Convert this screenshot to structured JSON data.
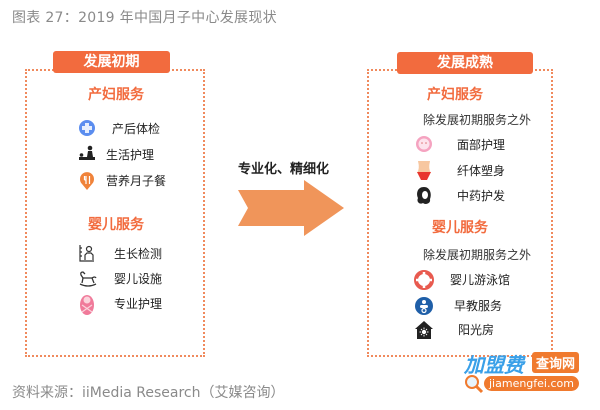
{
  "title": "图表 27：2019 年中国月子中心发展现状",
  "left_panel": {
    "tag": "发展初期",
    "maternal": {
      "title": "产妇服务",
      "items": [
        {
          "icon": "medical-cross-icon",
          "label": "产后体检"
        },
        {
          "icon": "massage-care-icon",
          "label": "生活护理"
        },
        {
          "icon": "meal-utensils-icon",
          "label": "营养月子餐"
        }
      ]
    },
    "infant": {
      "title": "婴儿服务",
      "items": [
        {
          "icon": "growth-measure-icon",
          "label": "生长检测"
        },
        {
          "icon": "rocking-horse-icon",
          "label": "婴儿设施"
        },
        {
          "icon": "swaddled-baby-icon",
          "label": "专业护理"
        }
      ]
    }
  },
  "arrow": {
    "label": "专业化、精细化",
    "color": "#f0955a"
  },
  "right_panel": {
    "tag": "发展成熟",
    "maternal": {
      "title": "产妇服务",
      "subtitle": "除发展初期服务之外",
      "items": [
        {
          "icon": "face-care-icon",
          "label": "面部护理"
        },
        {
          "icon": "body-shaping-icon",
          "label": "纤体塑身"
        },
        {
          "icon": "hair-care-icon",
          "label": "中药护发"
        }
      ]
    },
    "infant": {
      "title": "婴儿服务",
      "subtitle": "除发展初期服务之外",
      "items": [
        {
          "icon": "lifebuoy-icon",
          "label": "婴儿游泳馆"
        },
        {
          "icon": "pacifier-icon",
          "label": "早教服务"
        },
        {
          "icon": "sun-house-icon",
          "label": "阳光房"
        }
      ]
    }
  },
  "source": "资料来源：iiMedia Research（艾媒咨询）",
  "watermark": {
    "brand": "加盟费",
    "badge": "查询网",
    "domain": "jiamengfei.com"
  },
  "colors": {
    "accent": "#f26b3e",
    "dotted_border": "#f08a5d",
    "arrow": "#f0955a",
    "muted_text": "#8a8a8a"
  }
}
